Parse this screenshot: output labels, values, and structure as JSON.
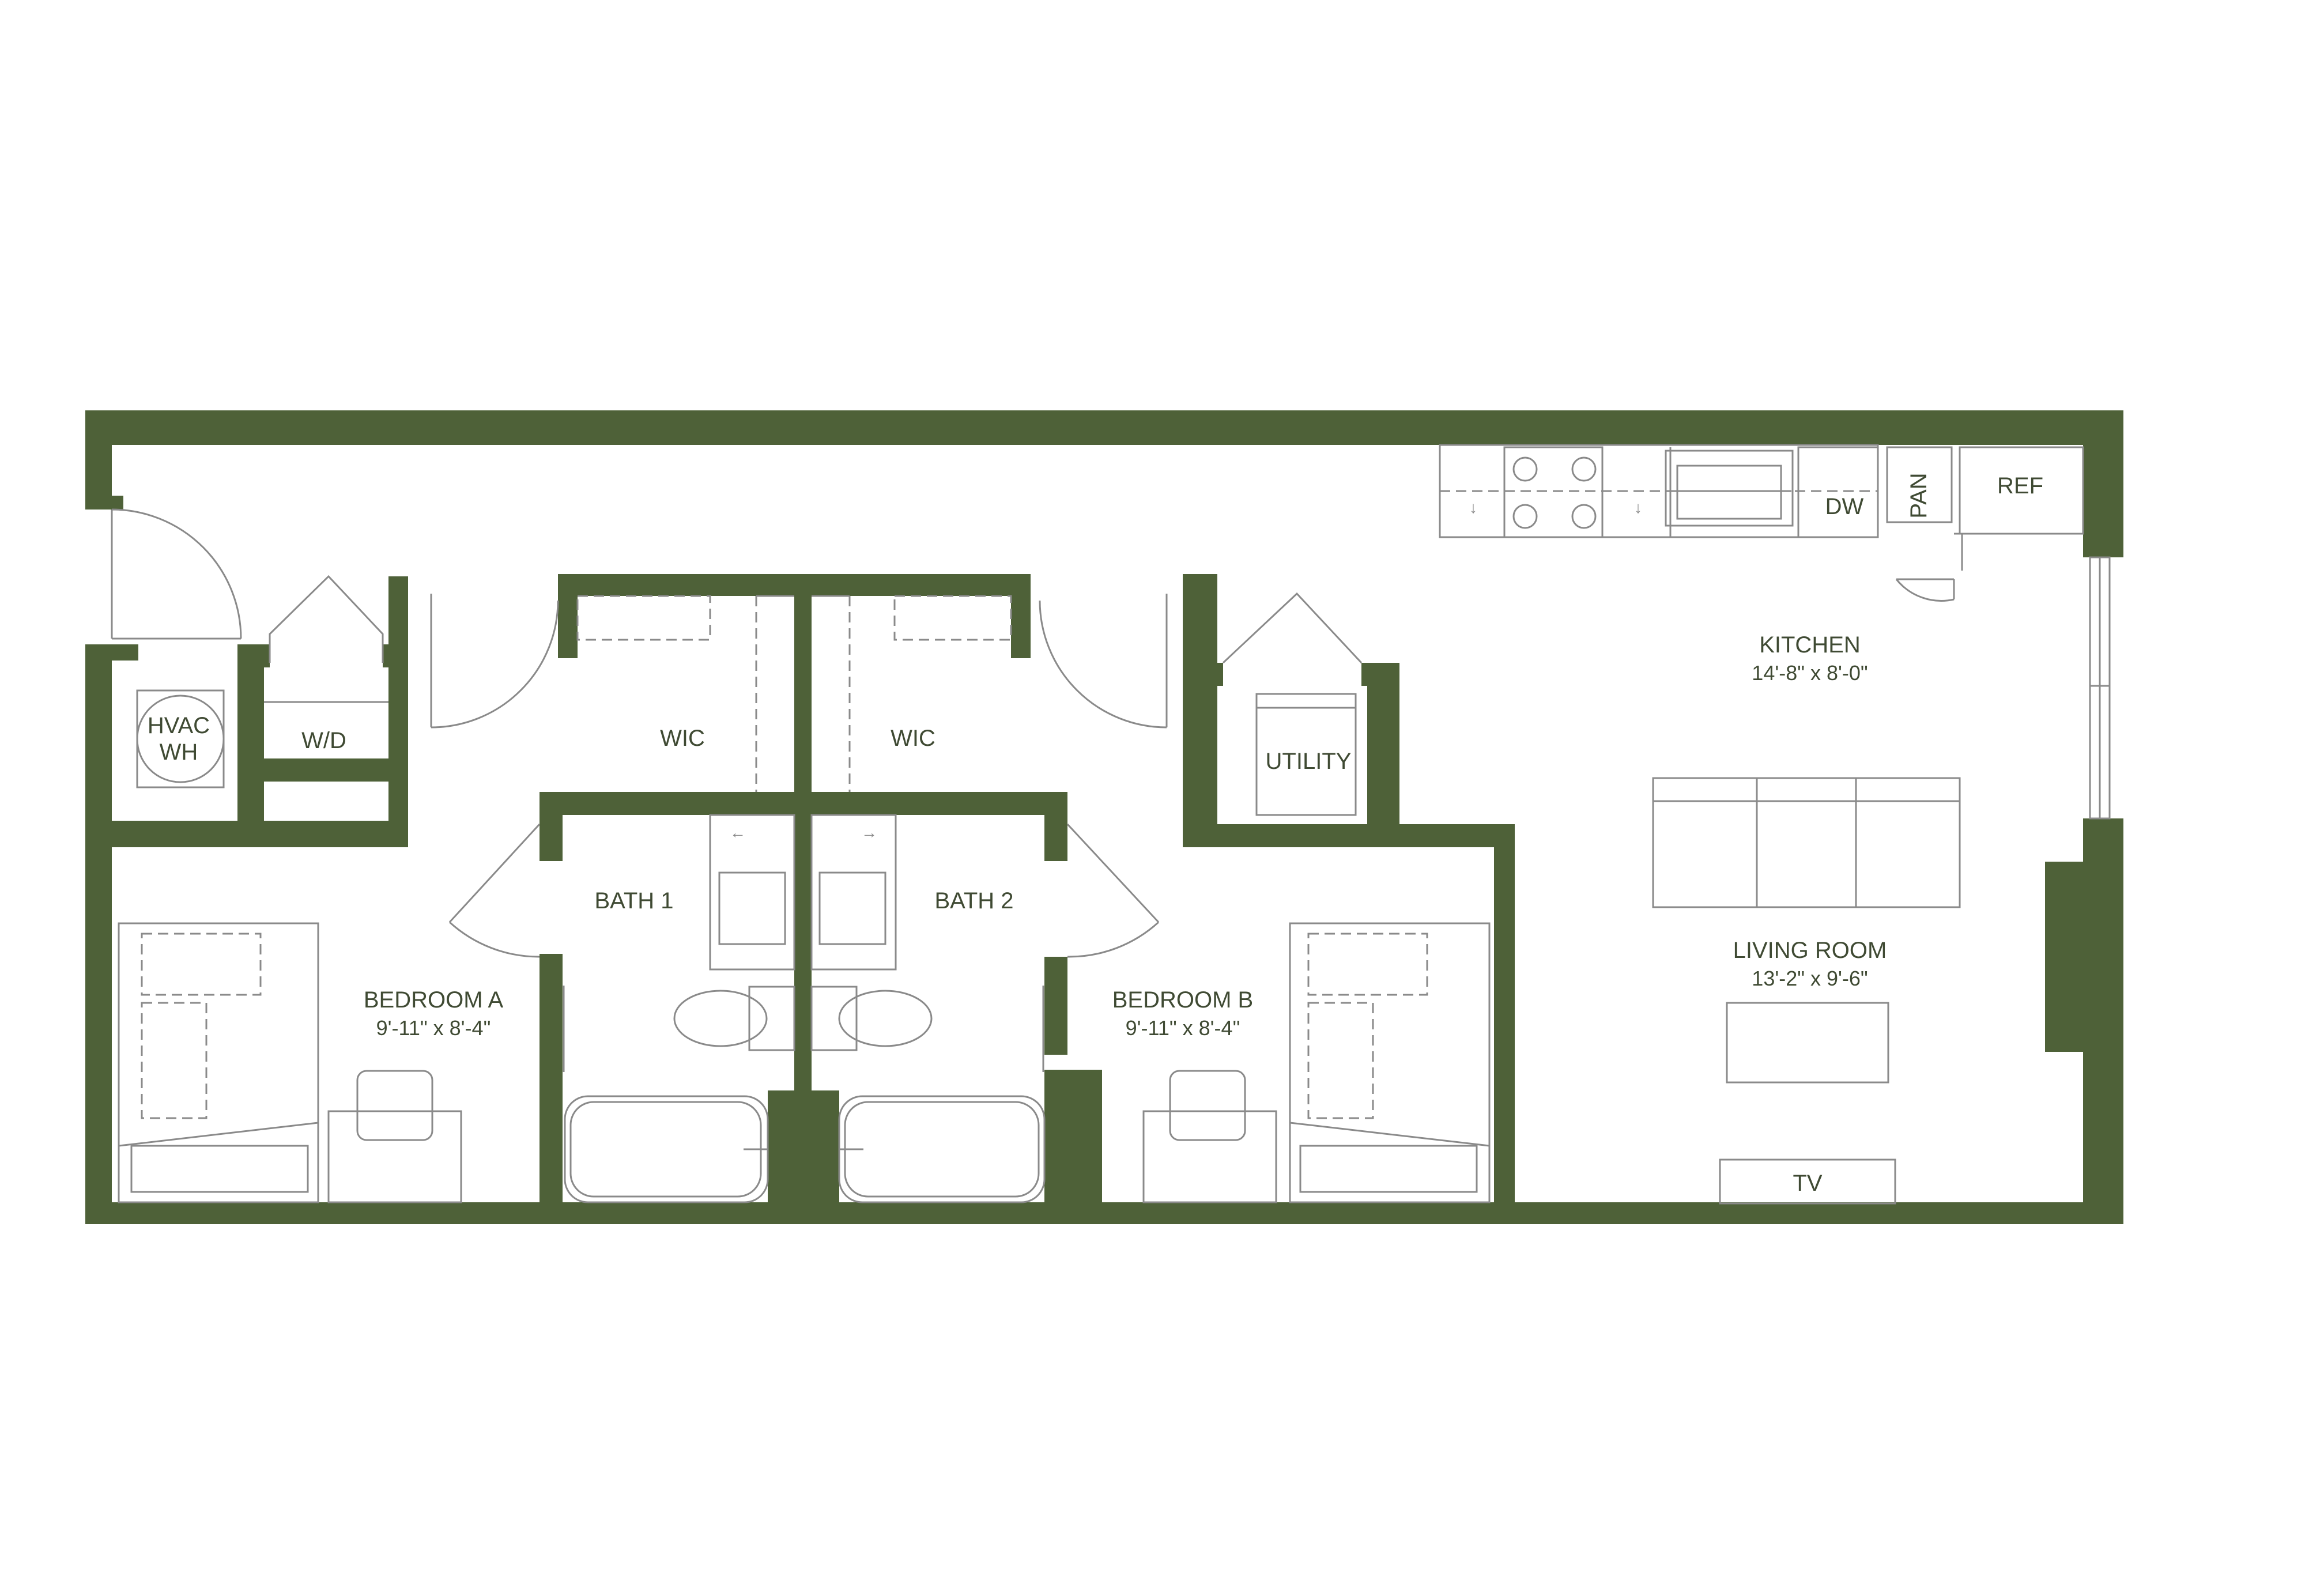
{
  "colors": {
    "wall": "#4e6138",
    "fixture": "#8a8a8a",
    "text": "#3f4a33"
  },
  "rooms": {
    "kitchen": {
      "name": "KITCHEN",
      "dim": "14'-8\" x 8'-0\""
    },
    "living": {
      "name": "LIVING ROOM",
      "dim": "13'-2\" x 9'-6\""
    },
    "bedroom_a": {
      "name": "BEDROOM A",
      "dim": "9'-11\" x 8'-4\""
    },
    "bedroom_b": {
      "name": "BEDROOM B",
      "dim": "9'-11\" x 8'-4\""
    },
    "bath1": {
      "name": "BATH 1"
    },
    "bath2": {
      "name": "BATH 2"
    },
    "wic_left": {
      "name": "WIC"
    },
    "wic_right": {
      "name": "WIC"
    },
    "utility": {
      "name": "UTILITY"
    },
    "wd": {
      "name": "W/D"
    },
    "hvac": {
      "line1": "HVAC",
      "line2": "WH"
    }
  },
  "fixtures": {
    "dw": "DW",
    "pan": "PAN",
    "ref": "REF",
    "tv": "TV",
    "arrow_down": "↓",
    "arrow_left": "←",
    "arrow_right": "→"
  }
}
